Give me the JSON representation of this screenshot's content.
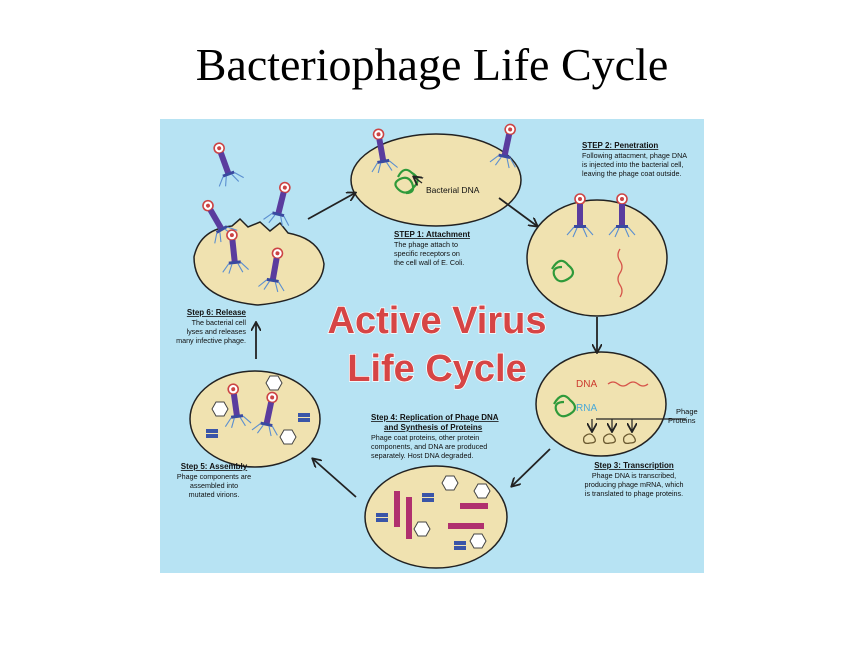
{
  "slide": {
    "title": "Bacteriophage Life Cycle"
  },
  "diagram": {
    "center_title_line1": "Active Virus",
    "center_title_line2": "Life Cycle",
    "bacterial_dna_label": "Bacterial DNA",
    "dna_label": "DNA",
    "rna_label": "RNA",
    "phage_proteins_line1": "Phage",
    "phage_proteins_line2": "Proteins",
    "steps": [
      {
        "heading": "STEP 1: Attachment",
        "lines": [
          "The phage attach to",
          "specific receptors on",
          "the cell wall of E. Coli."
        ]
      },
      {
        "heading": "STEP 2: Penetration",
        "lines": [
          "Following attacment, phage DNA",
          "is injected into the bacterial cell,",
          "leaving the phage coat outside."
        ]
      },
      {
        "heading": "Step 3: Transcription",
        "lines": [
          "Phage DNA is transcribed,",
          "producing phage mRNA, which",
          "is translated to phage proteins."
        ]
      },
      {
        "heading": "Step 4: Replication of Phage DNA",
        "heading2": "and Synthesis of Proteins",
        "lines": [
          "Phage coat proteins, other protein",
          "components, and DNA are produced",
          "separately. Host DNA degraded."
        ]
      },
      {
        "heading": "Step 5: Assembly",
        "lines": [
          "Phage components are",
          "assembled into",
          "mutated virions."
        ]
      },
      {
        "heading": "Step 6: Release",
        "lines": [
          "The bacterial cell",
          "lyses and releases",
          "many infective phage."
        ]
      }
    ]
  }
}
